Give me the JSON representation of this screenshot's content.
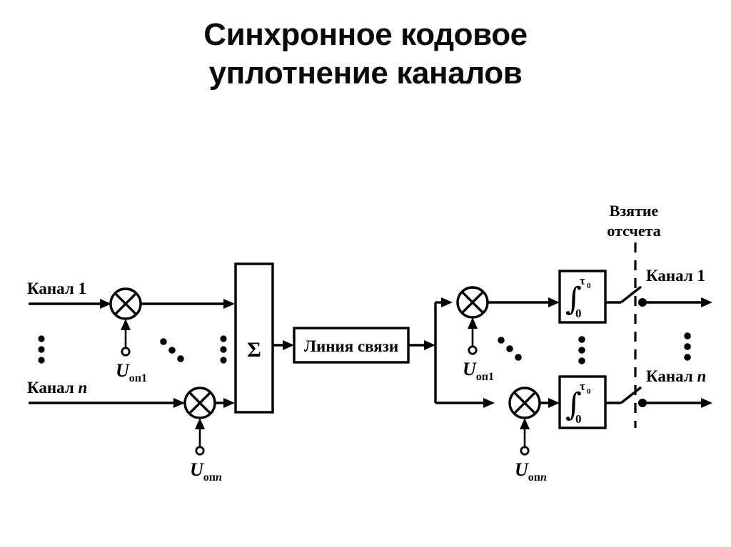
{
  "page": {
    "title_line1": "Синхронное кодовое",
    "title_line2": "уплотнение каналов",
    "title_full": "Синхронное кодовое уплотнение каналов",
    "background_color": "#ffffff",
    "ink_color": "#000000"
  },
  "diagram": {
    "type": "block-diagram",
    "description": "Структурная схема синхронного кодового уплотнения каналов",
    "transmitter": {
      "inputs": [
        {
          "label": "Канал 1",
          "id": "channel-1"
        },
        {
          "label": "Канал n",
          "id": "channel-n"
        }
      ],
      "mixers": [
        {
          "id": "tx-mixer-1",
          "symbol": "×",
          "reference_u": "U",
          "reference_sub": "оп",
          "reference_index": "1"
        },
        {
          "id": "tx-mixer-n",
          "symbol": "×",
          "reference_u": "U",
          "reference_sub": "оп",
          "reference_index": "n"
        }
      ],
      "reference_labels": [
        {
          "u": "U",
          "sub": "оп",
          "idx": "1"
        },
        {
          "u": "U",
          "sub": "оп",
          "idx": "n"
        }
      ],
      "summer": {
        "id": "summer",
        "symbol": "Σ",
        "label": "Σ"
      },
      "ellipsis_symbol": "⋮"
    },
    "channel": {
      "line_box": {
        "id": "link-line",
        "label": "Линия связи"
      }
    },
    "receiver": {
      "mixers": [
        {
          "id": "rx-mixer-1",
          "symbol": "×"
        },
        {
          "id": "rx-mixer-n",
          "symbol": "×"
        }
      ],
      "reference_labels": [
        {
          "u": "U",
          "sub": "оп",
          "idx": "1"
        },
        {
          "u": "U",
          "sub": "оп",
          "idx": "n"
        }
      ],
      "integrators": [
        {
          "id": "integrator-1",
          "symbol": "∫",
          "upper_limit": "τ",
          "upper_limit_sub": "0",
          "lower_limit": "0"
        },
        {
          "id": "integrator-n",
          "symbol": "∫",
          "upper_limit": "τ",
          "upper_limit_sub": "0",
          "lower_limit": "0"
        }
      ],
      "sampling_label_line1": "Взятие",
      "sampling_label_line2": "отсчета",
      "outputs": [
        {
          "label": "Канал 1",
          "id": "out-channel-1"
        },
        {
          "label": "Канал n",
          "id": "out-channel-n"
        }
      ],
      "switches": [
        {
          "id": "sampler-switch-1",
          "state": "open"
        },
        {
          "id": "sampler-switch-n",
          "state": "open"
        }
      ]
    }
  }
}
